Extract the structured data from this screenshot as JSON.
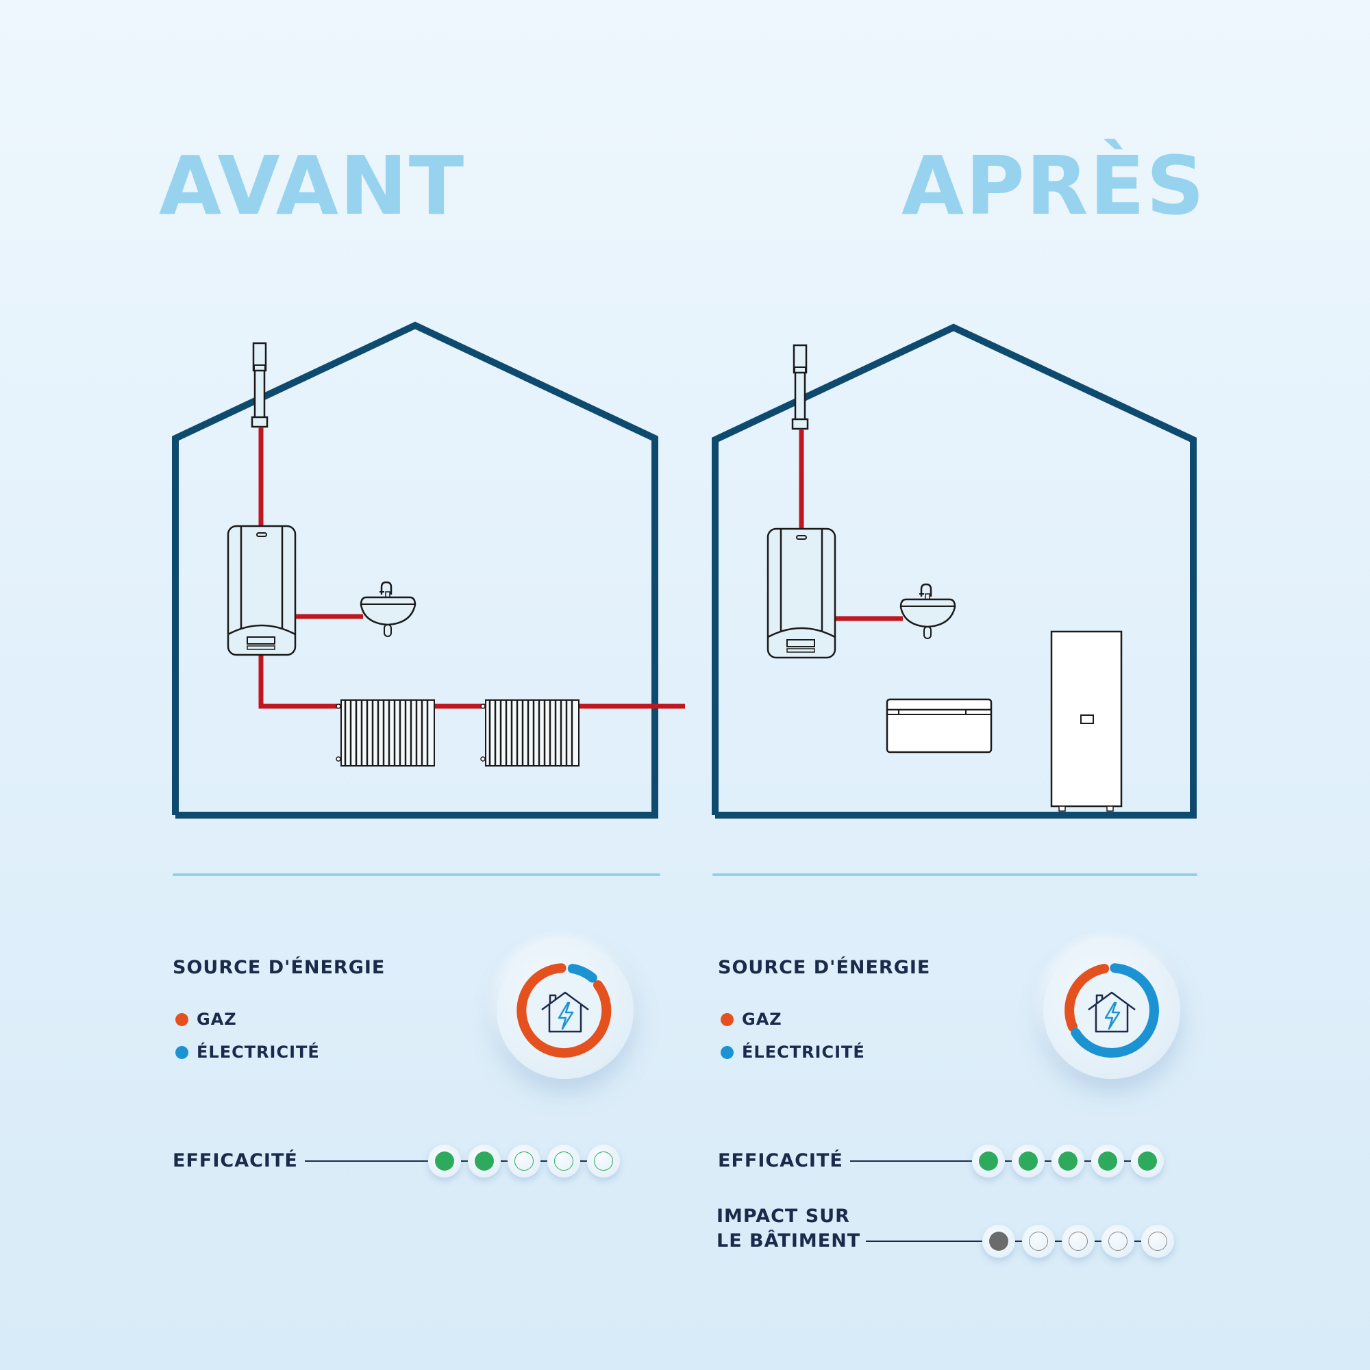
{
  "titles": {
    "before": "AVANT",
    "after": "APRÈS"
  },
  "colors": {
    "title": "#97d3ef",
    "house_outline": "#0d4a6e",
    "pipe": "#c0161f",
    "gas": "#e4511f",
    "electricity": "#1b93d2",
    "rating_filled": "#2eaa5d",
    "rating_empty_border": "#2eaa5d",
    "impact_filled": "#6b6b6b",
    "impact_empty_border": "#888888",
    "text_dark": "#1a2a4a",
    "divider": "#93cfe8"
  },
  "before": {
    "illustration": {
      "items": [
        "flue-chimney",
        "gas-boiler",
        "sink",
        "radiator",
        "radiator"
      ],
      "pipes": "gas boiler connected to flue, sink and two radiators"
    },
    "energy_source": {
      "heading": "SOURCE D'ÉNERGIE",
      "legend": [
        {
          "label": "GAZ",
          "color": "#e4511f"
        },
        {
          "label": "ÉLECTRICITÉ",
          "color": "#1b93d2"
        }
      ],
      "donut": {
        "gas_pct": 88,
        "electricity_pct": 12
      },
      "center_icon": "house-lightning-icon"
    },
    "efficiency": {
      "label": "EFFICACITÉ",
      "filled": 2,
      "total": 5
    }
  },
  "after": {
    "illustration": {
      "items": [
        "flue-chimney",
        "gas-boiler",
        "sink",
        "electric-panel-heater",
        "heat-pump-tank"
      ],
      "pipes": "gas boiler connected to flue and sink only"
    },
    "energy_source": {
      "heading": "SOURCE D'ÉNERGIE",
      "legend": [
        {
          "label": "GAZ",
          "color": "#e4511f"
        },
        {
          "label": "ÉLECTRICITÉ",
          "color": "#1b93d2"
        }
      ],
      "donut": {
        "gas_pct": 25,
        "electricity_pct": 75
      },
      "center_icon": "house-lightning-icon"
    },
    "efficiency": {
      "label": "EFFICACITÉ",
      "filled": 5,
      "total": 5
    },
    "building_impact": {
      "label_line1": "IMPACT SUR",
      "label_line2": "LE BÂTIMENT",
      "filled": 1,
      "total": 5
    }
  }
}
